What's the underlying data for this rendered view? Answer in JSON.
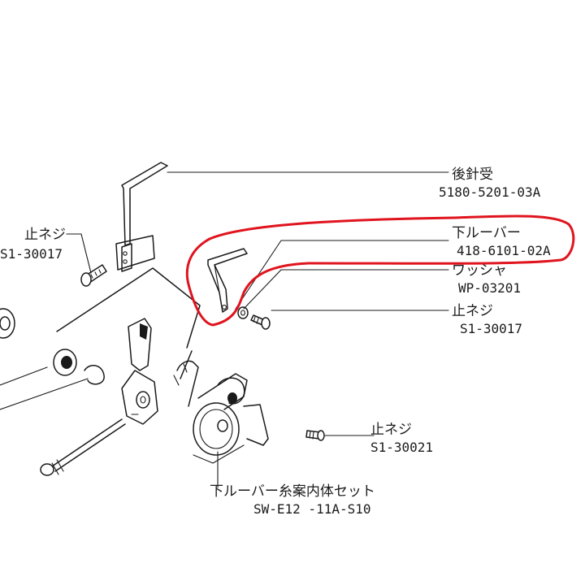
{
  "diagram": {
    "callouts": [
      {
        "id": "back-needle-guard",
        "name": "後針受",
        "part_number": "5180-5201-03A"
      },
      {
        "id": "lower-louver",
        "name": "下ルーバー",
        "part_number": "418-6101-02A",
        "highlighted": true
      },
      {
        "id": "washer",
        "name": "ワッシャ",
        "part_number": "WP-03201"
      },
      {
        "id": "set-screw-right",
        "name": "止ネジ",
        "part_number": "S1-30017"
      },
      {
        "id": "set-screw-left",
        "name": "止ネジ",
        "part_number": "S1-30017"
      },
      {
        "id": "set-screw-lower",
        "name": "止ネジ",
        "part_number": "S1-30021"
      },
      {
        "id": "thread-guide-set",
        "name": "下ルーバー糸案内体セット",
        "part_number": "SW-E12 -11A-S10"
      }
    ],
    "highlight_color": "#e0141e",
    "ink_color": "#1a1a1a"
  }
}
